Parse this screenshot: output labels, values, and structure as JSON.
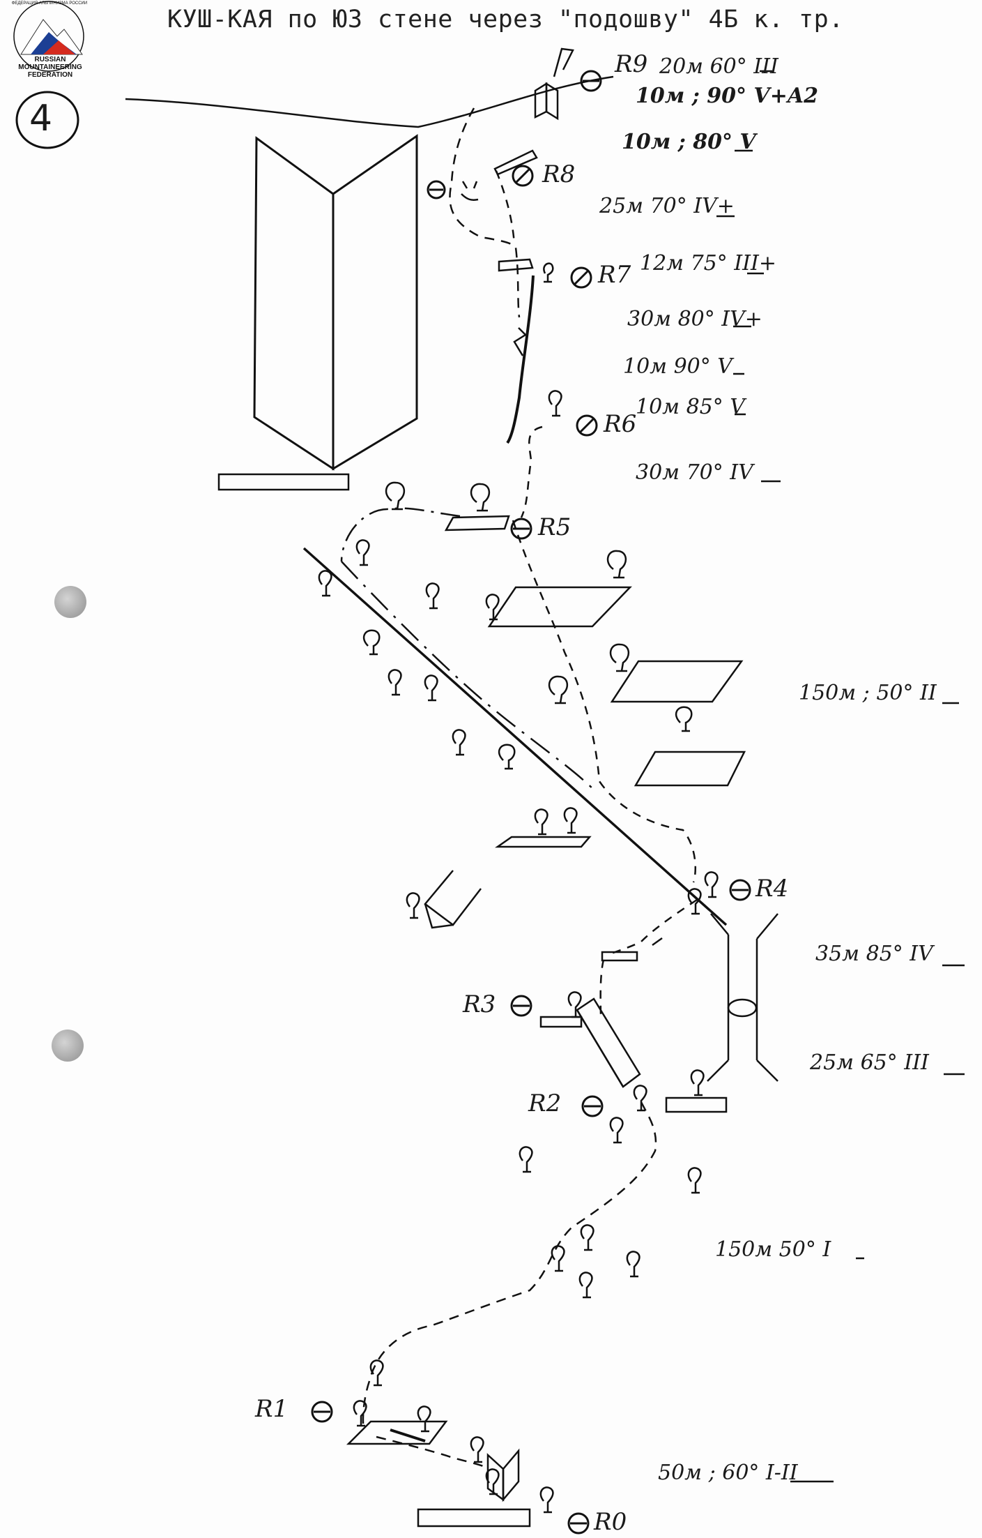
{
  "title": "КУШ-КАЯ по  ЮЗ стене  через \"подошву\"  4Б к. тр.",
  "page_number": "4",
  "logo": {
    "arc_text": "ФЕДЕРАЦИЯ АЛЬПИНИЗМА РОССИИ",
    "line1": "RUSSIAN",
    "line2": "MOUNTAINEERING",
    "line3": "FEDERATION",
    "colors": [
      "#ffffff",
      "#1c3f94",
      "#d52b1e"
    ]
  },
  "belay_labels": [
    {
      "id": "r9",
      "text": "R9"
    },
    {
      "id": "r8",
      "text": "R8"
    },
    {
      "id": "r7",
      "text": "R7"
    },
    {
      "id": "r6",
      "text": "R6"
    },
    {
      "id": "r5",
      "text": "R5"
    },
    {
      "id": "r4",
      "text": "R4"
    },
    {
      "id": "r3",
      "text": "R3"
    },
    {
      "id": "r2",
      "text": "R2"
    },
    {
      "id": "r1",
      "text": "R1"
    },
    {
      "id": "r0",
      "text": "R0"
    }
  ],
  "pitches": [
    {
      "id": "p1",
      "text": "20м 60° III"
    },
    {
      "id": "p2",
      "text": "10м ; 90° V+A2"
    },
    {
      "id": "p3",
      "text": "10м ; 80° V"
    },
    {
      "id": "p4",
      "text": "25м 70° IV+"
    },
    {
      "id": "p5",
      "text": "12м 75° III+"
    },
    {
      "id": "p6",
      "text": "30м 80° IV+"
    },
    {
      "id": "p7",
      "text": "10м 90° V"
    },
    {
      "id": "p8",
      "text": "10м 85° V"
    },
    {
      "id": "p9",
      "text": "30м 70° IV"
    },
    {
      "id": "p10",
      "text": "150м ; 50° II"
    },
    {
      "id": "p11",
      "text": "35м 85° IV"
    },
    {
      "id": "p12",
      "text": "25м 65° III"
    },
    {
      "id": "p13",
      "text": "150м 50° I"
    },
    {
      "id": "p14",
      "text": "50м ; 60° I-II"
    }
  ]
}
